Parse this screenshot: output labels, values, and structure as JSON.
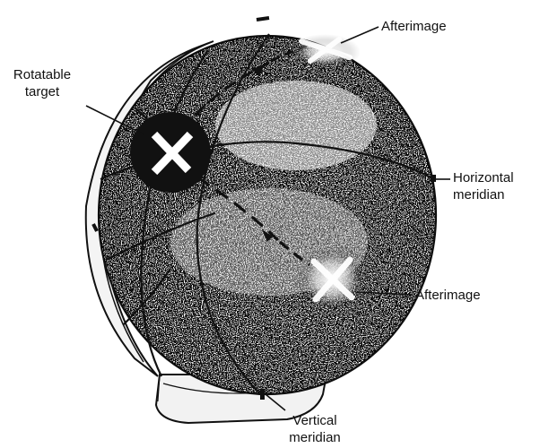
{
  "labels": {
    "rotatable_target": {
      "line1": "Rotatable",
      "line2": "target"
    },
    "afterimage_top": "Afterimage",
    "horizontal_meridian": {
      "line1": "Horizontal",
      "line2": "meridian"
    },
    "afterimage_bottom": "Afterimage",
    "vertical_meridian": {
      "line1": "Vertical",
      "line2": "meridian"
    }
  },
  "colors": {
    "ink": "#111111",
    "paper": "#ffffff",
    "stipple": "#8a8a8a"
  }
}
